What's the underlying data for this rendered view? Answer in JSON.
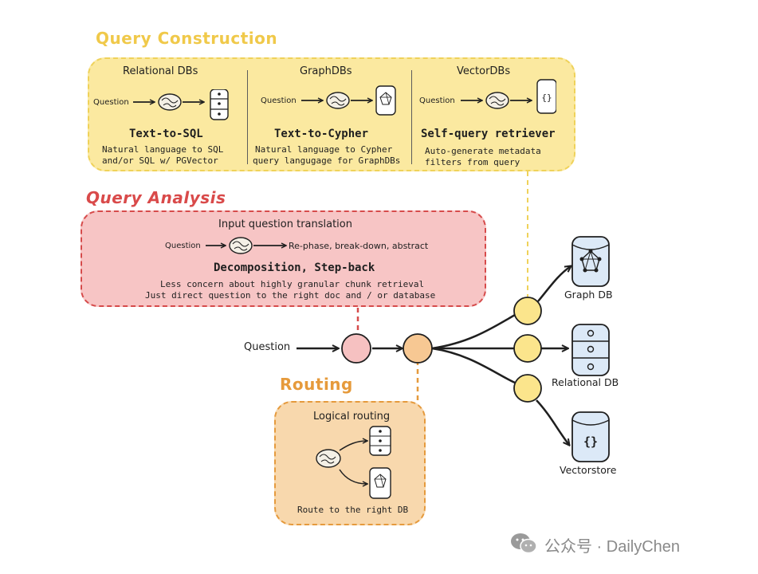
{
  "sections": {
    "query_construction": {
      "title": "Query Construction",
      "columns": [
        {
          "header": "Relational DBs",
          "question": "Question",
          "method": "Text-to-SQL",
          "desc_line1": "Natural language to SQL",
          "desc_line2": "and/or SQL w/ PGVector"
        },
        {
          "header": "GraphDBs",
          "question": "Question",
          "method": "Text-to-Cypher",
          "desc_line1": "Natural language to Cypher",
          "desc_line2": "query langugage for GraphDBs"
        },
        {
          "header": "VectorDBs",
          "question": "Question",
          "method": "Self-query retriever",
          "desc_line1": "Auto-generate metadata",
          "desc_line2": "filters from query",
          "icon_text": "{}"
        }
      ]
    },
    "query_analysis": {
      "title": "Query Analysis",
      "header": "Input question translation",
      "question": "Question",
      "output": "Re-phase, break-down, abstract",
      "method": "Decomposition, Step-back",
      "desc_line1": "Less concern about highly granular chunk retrieval",
      "desc_line2": "Just direct question to the right doc and / or database"
    },
    "routing": {
      "title": "Routing",
      "header": "Logical routing",
      "footer": "Route to the right DB"
    }
  },
  "flow": {
    "question_label": "Question",
    "targets": [
      {
        "label": "Graph DB"
      },
      {
        "label": "Relational DB"
      },
      {
        "label": "Vectorstore",
        "icon_text": "{}"
      }
    ]
  },
  "watermark": {
    "text": "公众号 · DailyChen"
  },
  "colors": {
    "yellow_panel": "#fbe9a0",
    "red_panel": "#f7c5c5",
    "orange_panel": "#f8d8ad",
    "node_pink": "#f6c1c1",
    "node_orange": "#f7c893",
    "node_yellow": "#fbe58c",
    "db_blue": "#dce9f7"
  }
}
